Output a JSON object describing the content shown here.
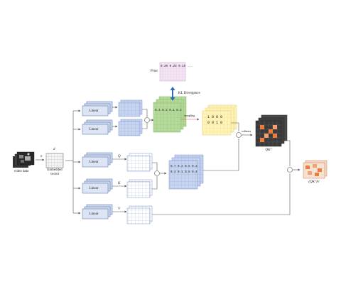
{
  "labels": {
    "video_data": "video data",
    "embedded_vector": [
      "Embedded",
      "vector"
    ],
    "dim_n": "n",
    "dim_d": "d",
    "prior": "Prior",
    "prior_values": "0.20 0.25 0.15 ...",
    "kl_divergence": "KL Divergence",
    "linear": "Linear",
    "sampling": "sampling",
    "softmax": "softmax",
    "q": "Q",
    "k": "K",
    "v": "V",
    "qk_matrix_values": [
      "0.7 0.2 0.5 0.3",
      "0.4 0.1 0.6 0.4"
    ],
    "green_values": "0.3 0.2 0.1 0.2",
    "binary_rows": [
      "1 0 0 0",
      "0 0 1 0"
    ],
    "qkt_label": "QKᵀ",
    "output_label": "(QKᵀ)V",
    "multiply_symbol": "×"
  },
  "colors": {
    "linear_fill": "#cfd9ee",
    "linear_stroke": "#4a6aa8",
    "matrix_blue": "#c6d4f0",
    "grid_line": "#8fa6d6",
    "green": "#b5d99a",
    "yellow": "#fff3b8",
    "prior_fill": "#f3e4f3",
    "arrow_blue": "#2e6db5",
    "arrow_line": "#555555",
    "orange": "#ee7d3c",
    "dark": "#3a3a3a",
    "red_line": "#e06060"
  }
}
